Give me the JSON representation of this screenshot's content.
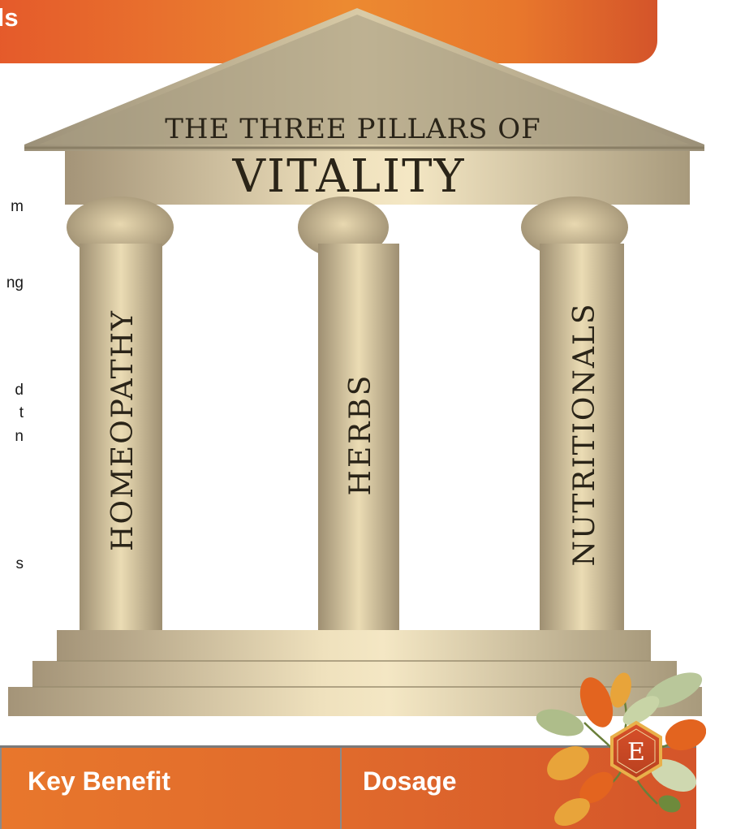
{
  "banner": {
    "title_fragment": "cols"
  },
  "body_fragments": [
    "m",
    "ng",
    "d",
    "t",
    "n",
    "s"
  ],
  "temple": {
    "heading_small": "THE THREE PILLARS OF",
    "heading_large": "VITALITY",
    "pillars": [
      "HOMEOPATHY",
      "HERBS",
      "NUTRITIONALS"
    ]
  },
  "table": {
    "headers": [
      "Key Benefit",
      "Dosage"
    ]
  },
  "logo": {
    "letter": "E"
  },
  "colors": {
    "banner_orange": "#ec8a31",
    "header_orange": "#e06a2c",
    "stone": "#c9b994"
  }
}
